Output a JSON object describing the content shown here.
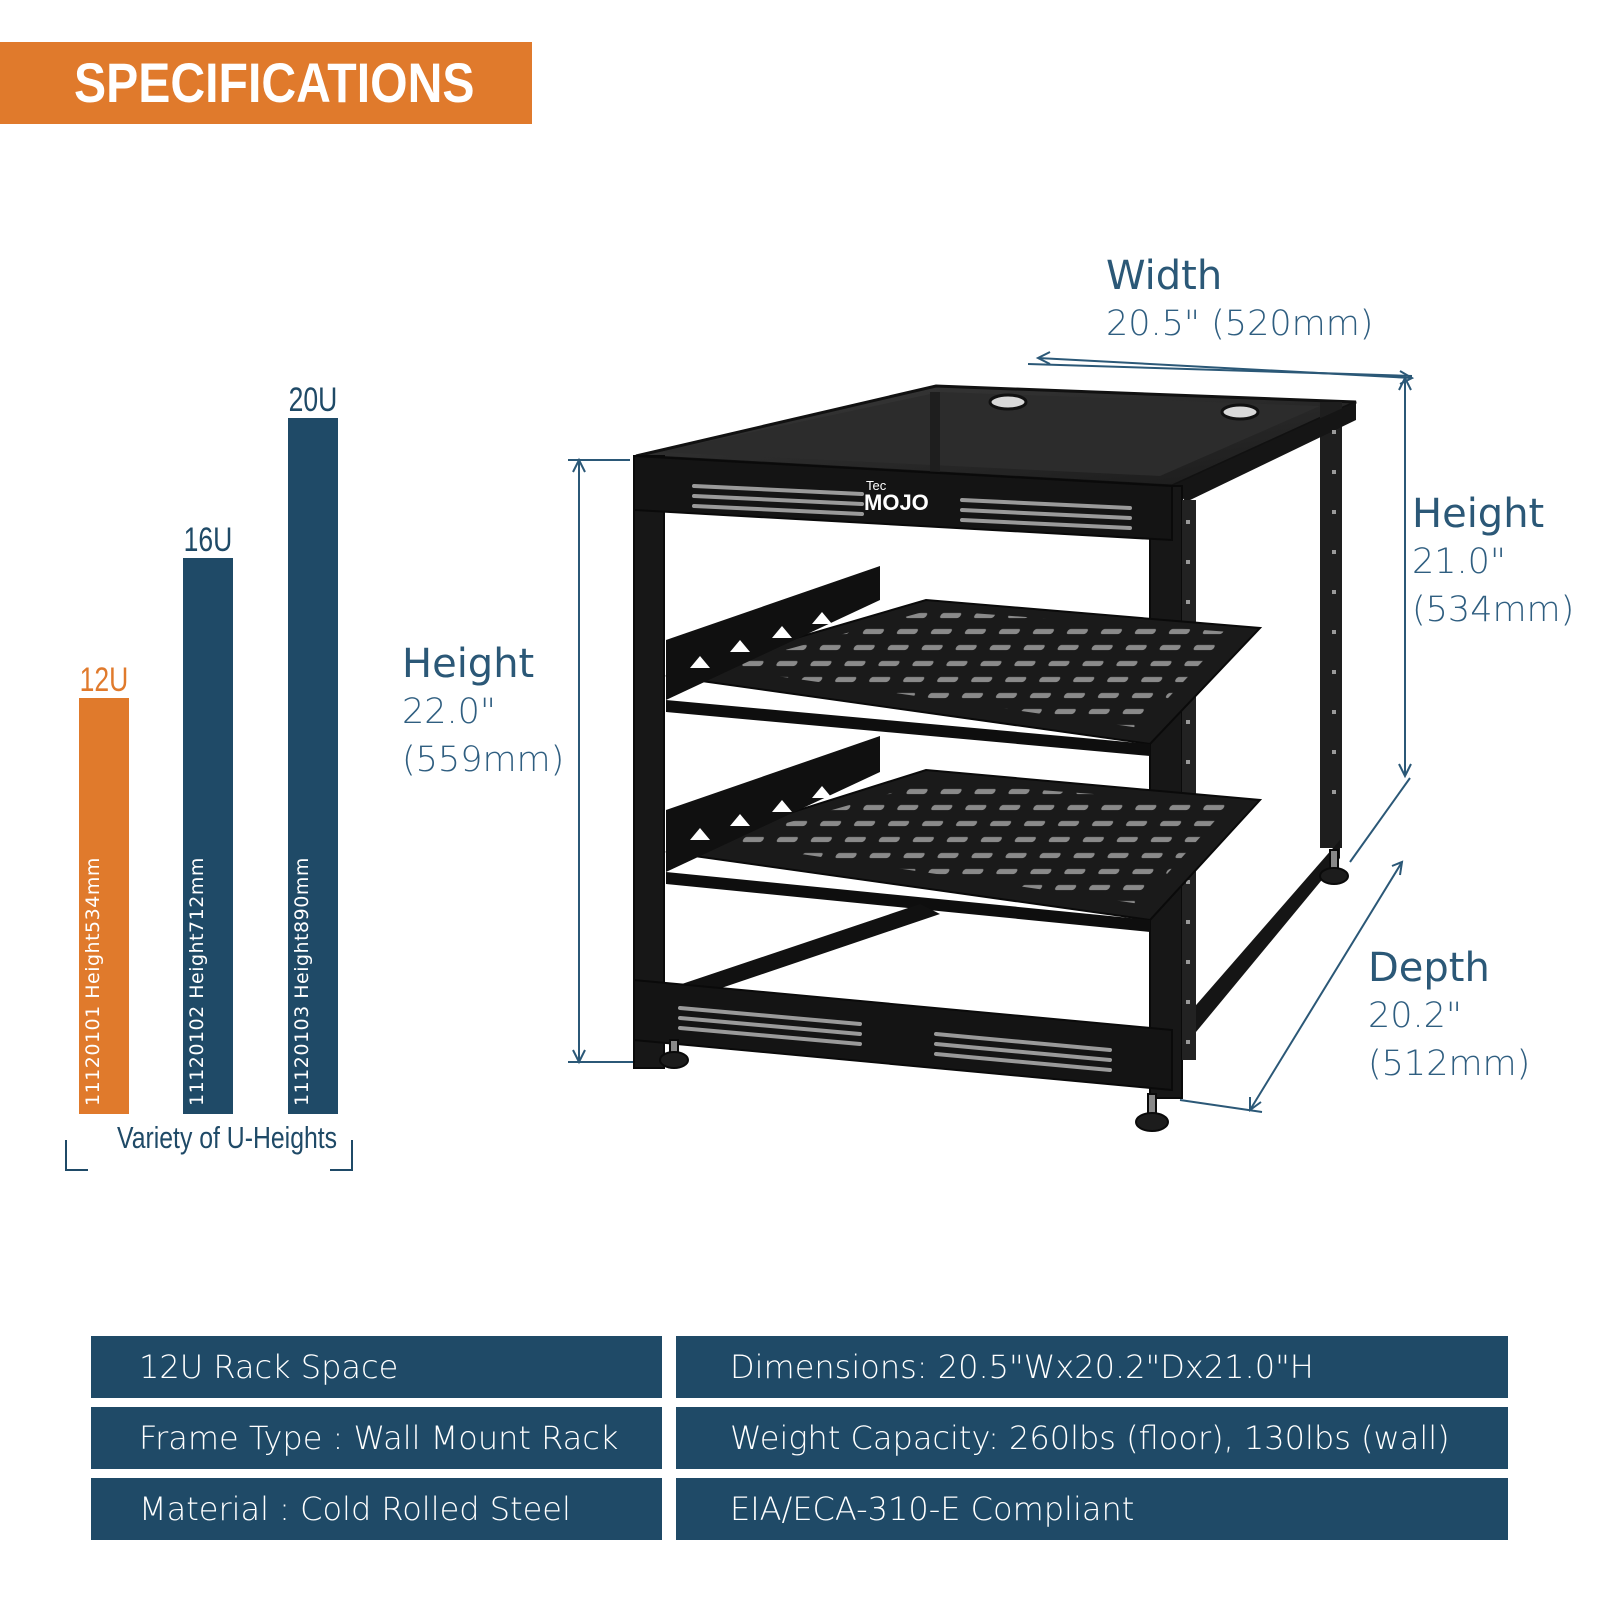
{
  "header": {
    "title": "SPECIFICATIONS"
  },
  "u_heights": {
    "caption": "Variety of U-Heights",
    "items": [
      {
        "label": "12U",
        "part": "11120101  Height534mm",
        "color": "#e07a2c"
      },
      {
        "label": "16U",
        "part": "11120102  Height712mm",
        "color": "#1f4a67"
      },
      {
        "label": "20U",
        "part": "11120103  Height890mm",
        "color": "#1f4a67"
      }
    ]
  },
  "dimensions": {
    "width": {
      "title": "Width",
      "value": "20.5\" (520mm)"
    },
    "height_front": {
      "title": "Height",
      "value_in": "22.0\"",
      "value_mm": "(559mm)"
    },
    "height_back": {
      "title": "Height",
      "value_in": "21.0\"",
      "value_mm": "(534mm)"
    },
    "depth": {
      "title": "Depth",
      "value_in": "20.2\"",
      "value_mm": "(512mm)"
    }
  },
  "product": {
    "logo_small": "Tec",
    "logo_big": "MOJO"
  },
  "specs": {
    "left": [
      "12U Rack Space",
      "Frame Type : Wall Mount Rack",
      "Material : Cold Rolled Steel"
    ],
    "right": [
      "Dimensions: 20.5\"Wx20.2\"Dx21.0\"H",
      "Weight Capacity: 260lbs (floor), 130lbs (wall)",
      "EIA/ECA-310-E Compliant"
    ]
  },
  "colors": {
    "accent": "#e07a2c",
    "navy": "#1f4a67",
    "dim_text": "#2b5877"
  }
}
